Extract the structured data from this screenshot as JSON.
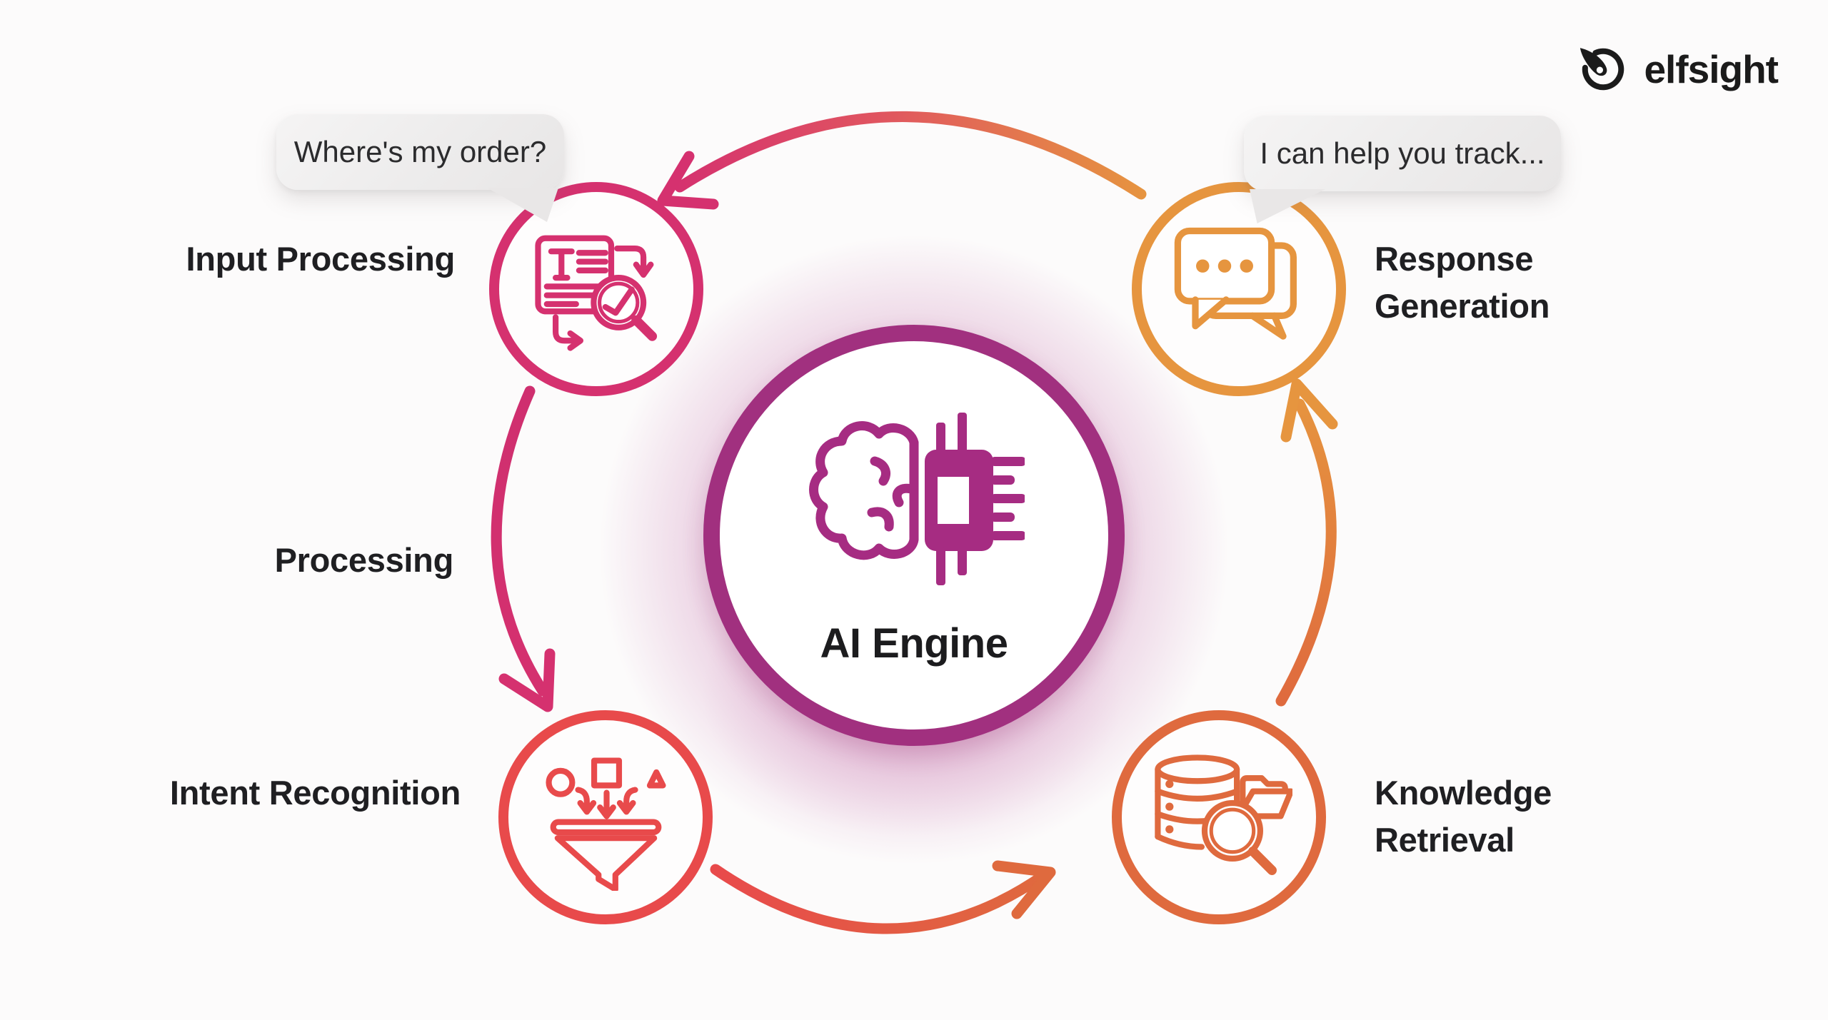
{
  "colors": {
    "bg": "#fcfbfb",
    "text": "#1f1f22",
    "pink": "#d5316f",
    "orange": "#e6953f",
    "red": "#e84a4b",
    "orangered": "#df6a3e",
    "magenta": "#a1307f",
    "magenta-icon": "#a62c82",
    "bubble-bg": "#efeeee",
    "logo": "#1b1b1b"
  },
  "logo": {
    "label": "elfsight",
    "icon": "gauge-needle-icon"
  },
  "bubbles": {
    "user": "Where's my order?",
    "bot": "I can help you track..."
  },
  "center": {
    "label": "AI Engine",
    "icon": "brain-chip-icon"
  },
  "nodes": {
    "input": {
      "label": "Input Processing",
      "icon": "document-analysis-icon",
      "color": "#d5316f"
    },
    "response": {
      "label": "Response Generation",
      "icon": "chat-bubbles-icon",
      "color": "#e6953f"
    },
    "intent": {
      "label": "Intent Recognition",
      "icon": "funnel-icon",
      "color": "#e84a4b"
    },
    "knowledge": {
      "label": "Knowledge Retrieval",
      "icon": "database-search-icon",
      "color": "#df6a3e"
    }
  },
  "side_label": "Processing",
  "flow": [
    "Input Processing",
    "Intent Recognition",
    "Knowledge Retrieval",
    "Response Generation"
  ]
}
